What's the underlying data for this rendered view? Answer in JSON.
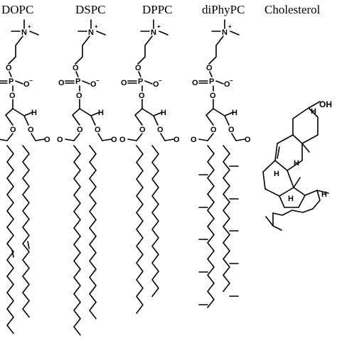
{
  "molecules": [
    {
      "id": "dopc",
      "label": "DOPC"
    },
    {
      "id": "dspc",
      "label": "DSPC"
    },
    {
      "id": "dppc",
      "label": "DPPC"
    },
    {
      "id": "diphypc",
      "label": "diPhyPC"
    },
    {
      "id": "cholesterol",
      "label": "Cholesterol"
    }
  ],
  "atoms": {
    "nitrogen": "N",
    "plus": "+",
    "oxygen": "O",
    "phosphorus": "P",
    "minus": "−",
    "hydrogen": "H",
    "hydroxyl": "OH"
  }
}
